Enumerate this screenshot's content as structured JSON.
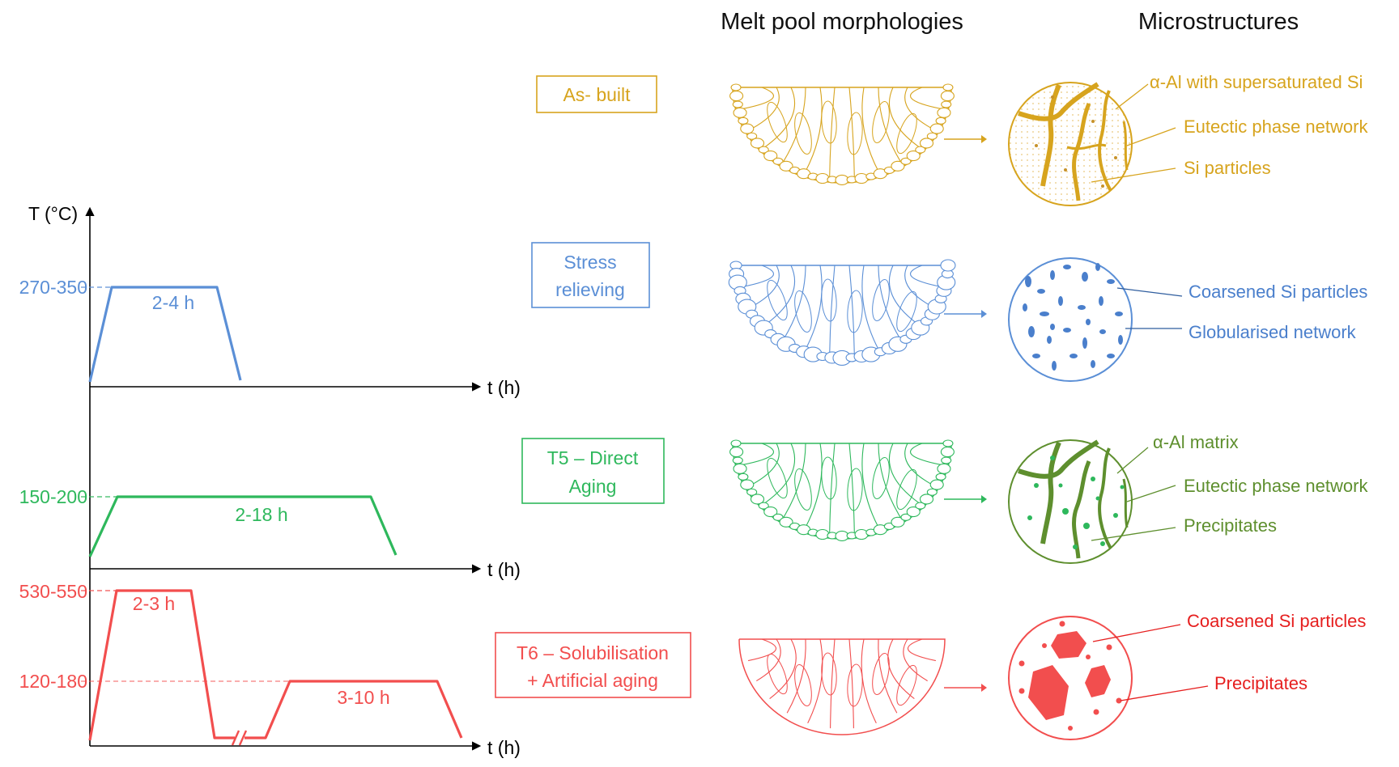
{
  "headers": {
    "melt_pool": "Melt pool morphologies",
    "microstructures": "Microstructures"
  },
  "colors": {
    "as_built": "#D7A41E",
    "stress": "#5B8FD6",
    "t5": "#2EB85C",
    "t5_micro": "#5E8F2E",
    "t6": "#F24E4E",
    "t6_label": "#E61E1E",
    "axis": "#000000"
  },
  "axes": {
    "y_label": "T (°C)",
    "x_label": "t (h)"
  },
  "treatments": [
    {
      "label_lines": [
        "As- built"
      ],
      "micro_labels": [
        "α-Al with supersaturated Si",
        "Eutectic phase network",
        "Si particles"
      ]
    },
    {
      "label_lines": [
        "Stress",
        "relieving"
      ],
      "temp_range": "270-350",
      "duration": "2-4 h",
      "micro_labels": [
        "Coarsened Si particles",
        "Globularised network"
      ]
    },
    {
      "label_lines": [
        "T5 – Direct",
        "Aging"
      ],
      "temp_range": "150-200",
      "duration": "2-18 h",
      "micro_labels": [
        "α-Al matrix",
        "Eutectic phase network",
        "Precipitates"
      ]
    },
    {
      "label_lines": [
        "T6 – Solubilisation",
        "+ Artificial aging"
      ],
      "temp_ranges": [
        "530-550",
        "120-180"
      ],
      "durations": [
        "2-3 h",
        "3-10 h"
      ],
      "micro_labels": [
        "Coarsened Si particles",
        "Precipitates"
      ]
    }
  ]
}
